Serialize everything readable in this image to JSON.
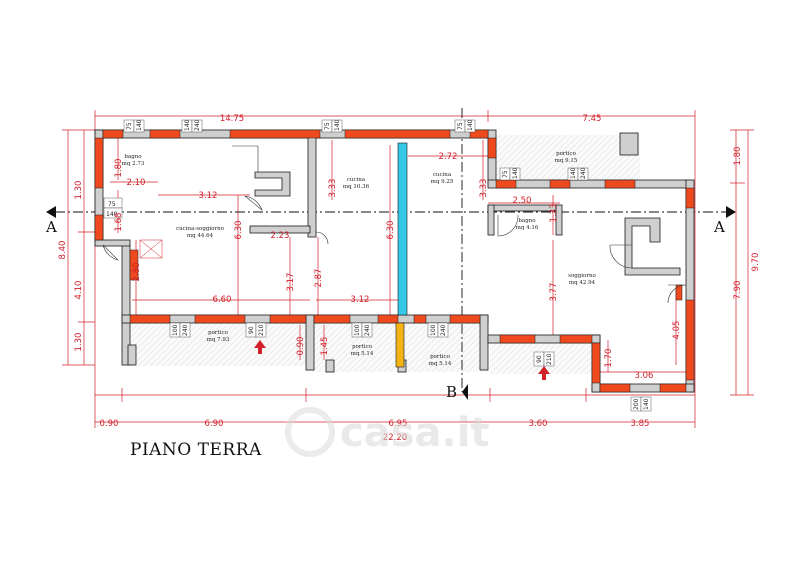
{
  "title": "PIANO TERRA",
  "watermark": "casa.it",
  "section_markers": {
    "a_left": "A",
    "a_right": "A",
    "b": "B"
  },
  "dimensions": {
    "top_left": "14.75",
    "top_right": "7.45",
    "bottom_total": "22.20",
    "bottom_0": "0.90",
    "bottom_1": "6.90",
    "bottom_2": "6.95",
    "bottom_3": "3.60",
    "bottom_4": "3.85",
    "left_outer": "8.40",
    "left_1": "1.30",
    "left_2": "4.10",
    "left_3": "1.30",
    "right_outer": "9.70",
    "right_1": "1.80",
    "right_2": "7.90",
    "d_210": "2.10",
    "d_180": "1.80",
    "d_312a": "3.12",
    "d_168": "1.68",
    "d_280": "2.80",
    "d_660": "6.60",
    "d_223": "2.23",
    "d_630a": "6.30",
    "d_317": "3.17",
    "d_287": "2.87",
    "d_333a": "3.33",
    "d_630b": "6.30",
    "d_312b": "3.12",
    "d_272": "2.72",
    "d_333b": "3.33",
    "d_250": "2.50",
    "d_133": "1.33",
    "d_377": "3.77",
    "d_405": "4.05",
    "d_170": "1.70",
    "d_306": "3.06",
    "d_090a": "0.90",
    "d_145": "1.45"
  },
  "rooms": [
    {
      "name": "bagno",
      "area": "mq 2.73"
    },
    {
      "name": "cucina-soggiorno",
      "area": "mq 44.64"
    },
    {
      "name": "cucina",
      "area": "mq 10.36"
    },
    {
      "name": "cucina",
      "area": "mq 9.25"
    },
    {
      "name": "portico",
      "area": "mq 9.15"
    },
    {
      "name": "bagno",
      "area": "mq 4.16"
    },
    {
      "name": "soggiorno",
      "area": "mq 42.94"
    },
    {
      "name": "portico",
      "area": "mq 7.93"
    },
    {
      "name": "portico",
      "area": "mq 5.14"
    },
    {
      "name": "portico",
      "area": "mq 5.14"
    }
  ],
  "windows": {
    "w1": [
      "75",
      "140"
    ],
    "w2": [
      "140",
      "240"
    ],
    "w3": [
      "75",
      "140"
    ],
    "w4": [
      "75",
      "140"
    ],
    "w5": [
      "75",
      "140"
    ],
    "w6": [
      "75",
      "140"
    ],
    "w7": [
      "140",
      "240"
    ],
    "w8": [
      "100",
      "240"
    ],
    "w9": [
      "90",
      "210"
    ],
    "w10": [
      "100",
      "240"
    ],
    "w11": [
      "100",
      "240"
    ],
    "w12": [
      "90",
      "210"
    ],
    "w13": [
      "200",
      "140"
    ]
  },
  "colors": {
    "wall": "#cfcfcf",
    "wall_stroke": "#1a1a1a",
    "demolition": "#ee4a1e",
    "new_wall_blue": "#35c8e8",
    "new_wall_yellow": "#f5b313",
    "dimension": "#d1202a"
  }
}
